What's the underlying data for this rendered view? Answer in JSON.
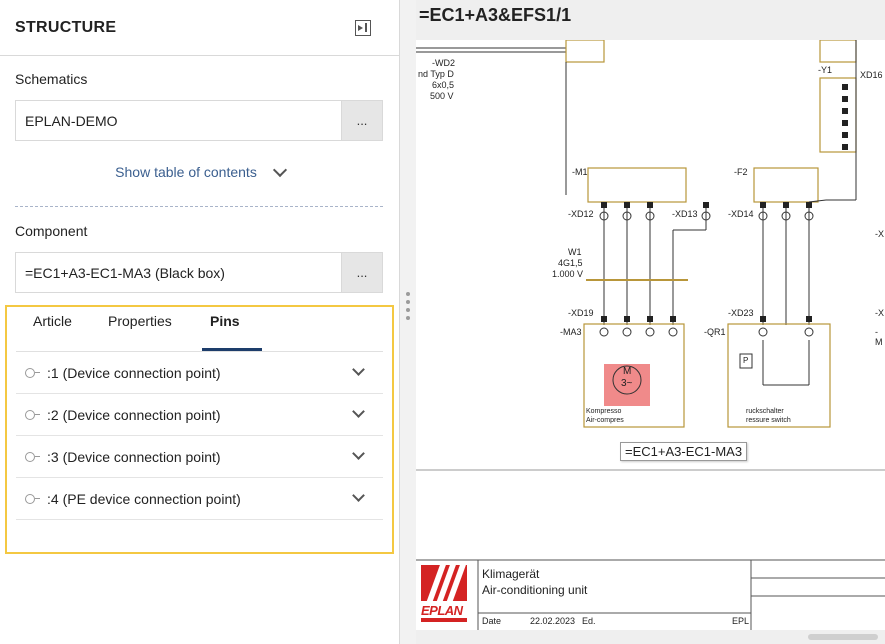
{
  "structure": {
    "title": "STRUCTURE",
    "schematics_label": "Schematics",
    "schematics_value": "EPLAN-DEMO",
    "browse_label": "...",
    "toc_link": "Show table of contents",
    "component_label": "Component",
    "component_value": "=EC1+A3-EC1-MA3 (Black box)"
  },
  "tabs": [
    {
      "label": "Article",
      "active": false
    },
    {
      "label": "Properties",
      "active": false
    },
    {
      "label": "Pins",
      "active": true
    }
  ],
  "pins": [
    {
      "label": ":1   (Device connection point)"
    },
    {
      "label": ":2   (Device connection point)"
    },
    {
      "label": ":3   (Device connection point)"
    },
    {
      "label": ":4   (PE device connection point)"
    }
  ],
  "viewer": {
    "page_title": "=EC1+A3&EFS1/1",
    "tooltip": "=EC1+A3-EC1-MA3",
    "title_block": {
      "line1": "Klimagerät",
      "line2": "Air-conditioning unit",
      "date_label": "Date",
      "date_value": "22.02.2023",
      "ed_label": "Ed.",
      "epl_label": "EPL",
      "logo_word": "EPLAN"
    },
    "labels": {
      "wd2": "-WD2",
      "wd2_type": "nd Typ D",
      "wd2_size": "6x0,5",
      "wd2_volt": "500 V",
      "y1": "-Y1",
      "xd16": "XD16",
      "m1": "-M1",
      "f2": "-F2",
      "xd12": "-XD12",
      "xd13": "-XD13",
      "xd14": "-XD14",
      "w1": "W1",
      "w1_type": "4G1,5",
      "w1_volt": "1.000 V",
      "xd19": "-XD19",
      "xd23": "-XD23",
      "ma3": "-MA3",
      "qr1": "-QR1",
      "motor_m": "M",
      "motor_phase": "3~",
      "compressor": "Kompresso",
      "air_compressor": "Air-compres",
      "pressure_de": "ruckschalter",
      "pressure_en": "ressure switch",
      "switch_p": "P",
      "edge1": "-X",
      "edge2": "-X",
      "edge3": "-M"
    }
  },
  "colors": {
    "accent_tab": "#1d3d6b",
    "link": "#3b5f8f",
    "panel_border": "#f4c842",
    "motor_fill": "#f08a8a",
    "logo_red": "#d42323"
  }
}
